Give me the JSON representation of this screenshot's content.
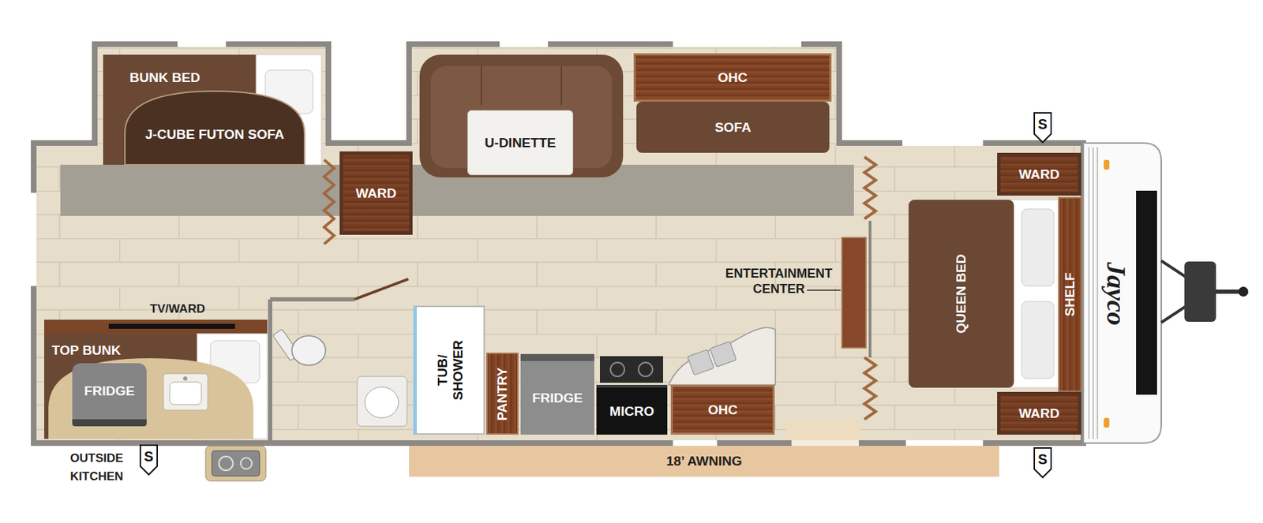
{
  "diagram": {
    "nodes": [
      {
        "text": [
          "BUNK BED"
        ]
      },
      {
        "text": [
          "J-CUBE FUTON SOFA"
        ],
        "in": 0
      },
      {
        "text": [
          "WARD"
        ]
      },
      {
        "text": [
          "U-DINETTE"
        ]
      },
      {
        "text": [
          "OHC"
        ]
      },
      {
        "text": [
          "SOFA"
        ]
      },
      {
        "text": [
          "S"
        ]
      },
      {
        "text": [
          "WARD"
        ]
      },
      {
        "text": [
          "QUEEN BED"
        ]
      },
      {
        "text": [
          "SHELF"
        ]
      },
      {
        "text": [
          "WARD"
        ]
      },
      {
        "text": [
          "TOP BUNK"
        ]
      },
      {
        "text": [
          "FRIDGE"
        ],
        "in": 11
      },
      {
        "text": [
          "TUB/ SHOWER"
        ]
      },
      {
        "text": [
          "PANTRY"
        ]
      },
      {
        "text": [
          "FRIDGE"
        ]
      },
      {
        "text": [
          "MICRO"
        ]
      },
      {
        "text": [
          "OHC"
        ]
      },
      {
        "text": [
          "S"
        ]
      },
      {
        "text": [
          "18’ AWNING"
        ]
      },
      {
        "text": [
          "S"
        ]
      }
    ],
    "labels": [
      "ENTERTAINMENT CENTER",
      "TV/WARD",
      "OUTSIDE KITCHEN",
      "Jayco"
    ]
  }
}
